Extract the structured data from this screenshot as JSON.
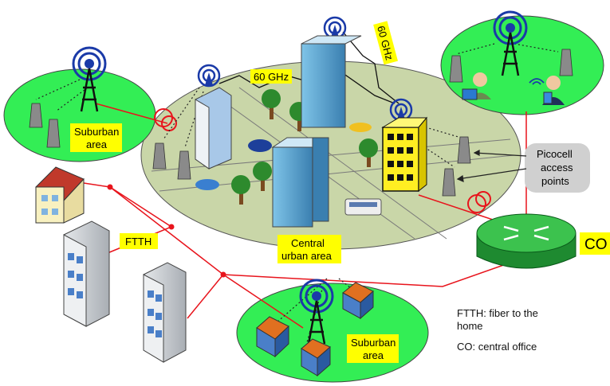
{
  "labels": {
    "suburban_area_left": [
      "Suburban",
      "area"
    ],
    "suburban_area_bottom": [
      "Suburban",
      "area"
    ],
    "central_urban_area": [
      "Central",
      "urban area"
    ],
    "ftth": "FTTH",
    "co": "CO",
    "ghz_a": "60 GHz",
    "ghz_b": "60 GHz",
    "picocell": [
      "Picocell",
      "access",
      "points"
    ]
  },
  "legend": {
    "ftth_line1": "FTTH: fiber to the",
    "ftth_line2": "home",
    "co": "CO: central office"
  },
  "colors": {
    "area_green": "#33ee55",
    "urban_ground": "#c9d6a8",
    "label_yellow": "#ffff00",
    "fiber_red": "#e8141c",
    "router_green": "#27a83a",
    "tower_blue": "#1a3aa8",
    "building_gray": "#c8ccd0",
    "picocell_bubble": "#d0d0d0"
  },
  "icons": [
    "antenna-tower-icon",
    "building-icon",
    "house-icon",
    "router-icon",
    "car-icon",
    "bus-icon",
    "tree-icon",
    "person-icon"
  ]
}
